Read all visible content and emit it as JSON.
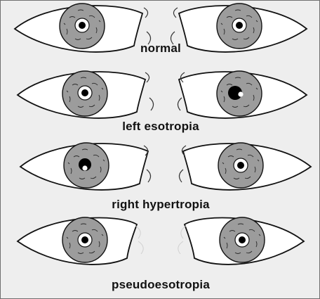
{
  "colors": {
    "background": "#eeeeee",
    "sclera": "#ffffff",
    "iris": "#9c9c9c",
    "pupil": "#000000",
    "outline": "#111111",
    "reflex": "#ffffff"
  },
  "rows": [
    {
      "label": "normal",
      "eyes": [
        {
          "side": "left",
          "pupil": "centered",
          "reflex": "centered"
        },
        {
          "side": "right",
          "pupil": "centered",
          "reflex": "centered"
        }
      ]
    },
    {
      "label": "left esotropia",
      "eyes": [
        {
          "side": "left",
          "pupil": "centered",
          "reflex": "centered"
        },
        {
          "side": "right",
          "pupil": "deviated-inward",
          "reflex": "off-center"
        }
      ]
    },
    {
      "label": "right hypertropia",
      "eyes": [
        {
          "side": "left",
          "pupil": "deviated-upward",
          "reflex": "off-center"
        },
        {
          "side": "right",
          "pupil": "centered",
          "reflex": "centered"
        }
      ]
    },
    {
      "label": "pseudoesotropia",
      "eyes": [
        {
          "side": "left",
          "pupil": "centered",
          "reflex": "centered"
        },
        {
          "side": "right",
          "pupil": "centered",
          "reflex": "centered"
        }
      ]
    }
  ]
}
